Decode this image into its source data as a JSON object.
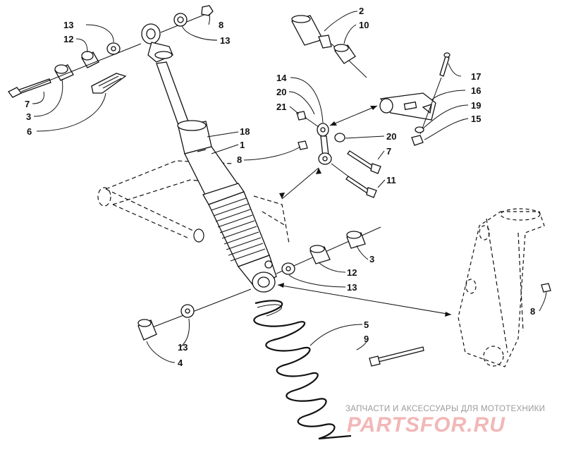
{
  "callouts": {
    "c13_top_left": "13",
    "c12_top_left": "12",
    "c7_left": "7",
    "c3_left": "3",
    "c6": "6",
    "c8_top": "8",
    "c13_top_right": "13",
    "c2": "2",
    "c10": "10",
    "c17": "17",
    "c16": "16",
    "c19": "19",
    "c15": "15",
    "c14": "14",
    "c20_left": "20",
    "c21": "21",
    "c20_right": "20",
    "c7_right": "7",
    "c11": "11",
    "c18": "18",
    "c1": "1",
    "c8_mid": "8",
    "c3_right": "3",
    "c12_right": "12",
    "c13_mid": "13",
    "c8_right": "8",
    "c5": "5",
    "c9": "9",
    "c13_bottom": "13",
    "c4": "4"
  },
  "watermark": {
    "tagline": "ЗАПЧАСТИ И АКСЕССУАРЫ ДЛЯ МОТОТЕХНИКИ",
    "brand": "PARTSFOR.RU"
  }
}
